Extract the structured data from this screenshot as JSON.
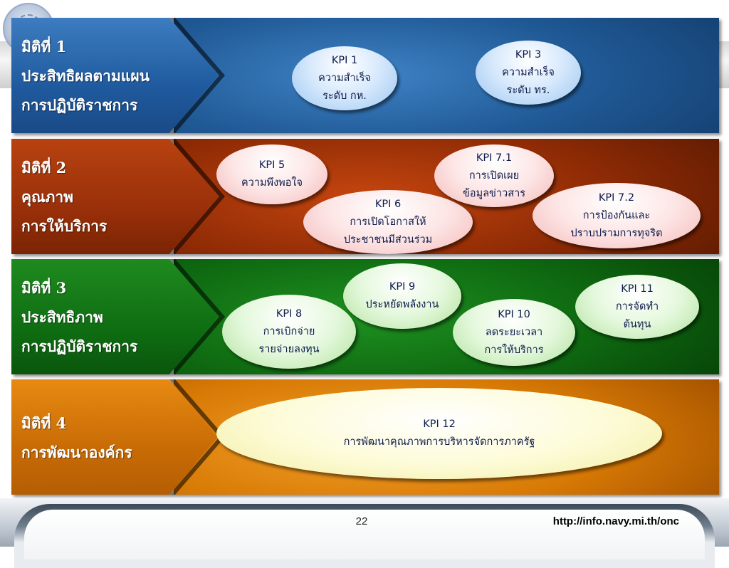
{
  "slide": {
    "page_number": "22",
    "url": "http://info.navy.mi.th/onc"
  },
  "dimensions": [
    {
      "lines": [
        "มิติที่ 1",
        "ประสิทธิผลตามแผน",
        "การปฏิบัติราชการ"
      ],
      "color": "#1f5a9e",
      "kpis": [
        {
          "lines": [
            "KPI 1",
            "ความสำเร็จ",
            "ระดับ กห."
          ],
          "style": "blue"
        },
        {
          "lines": [
            "KPI 3",
            "ความสำเร็จ",
            "ระดับ ทร."
          ],
          "style": "blue"
        }
      ]
    },
    {
      "lines": [
        "มิติที่ 2",
        "คุณภาพ",
        "การให้บริการ"
      ],
      "color": "#9a300a",
      "kpis": [
        {
          "lines": [
            "KPI 5",
            "ความพึงพอใจ"
          ],
          "style": "pink"
        },
        {
          "lines": [
            "KPI 6",
            "การเปิดโอกาสให้",
            "ประชาชนมีส่วนร่วม"
          ],
          "style": "pink"
        },
        {
          "lines": [
            "KPI 7.1",
            "การเปิดเผย",
            "ข้อมูลข่าวสาร"
          ],
          "style": "pink"
        },
        {
          "lines": [
            "KPI 7.2",
            "การป้องกันและ",
            "ปราบปรามการทุจริต"
          ],
          "style": "pink"
        }
      ]
    },
    {
      "lines": [
        "มิติที่ 3",
        "ประสิทธิภาพ",
        "การปฏิบัติราชการ"
      ],
      "color": "#0f6e12",
      "kpis": [
        {
          "lines": [
            "KPI 8",
            "การเบิกจ่าย",
            "รายจ่ายลงทุน"
          ],
          "style": "green"
        },
        {
          "lines": [
            "KPI 9",
            "ประหยัดพลังงาน"
          ],
          "style": "green"
        },
        {
          "lines": [
            "KPI 10",
            "ลดระยะเวลา",
            "การให้บริการ"
          ],
          "style": "green"
        },
        {
          "lines": [
            "KPI 11",
            "การจัดทำ",
            "ต้นทุน"
          ],
          "style": "green"
        }
      ]
    },
    {
      "lines": [
        "มิติที่ 4",
        "การพัฒนาองค์กร"
      ],
      "color": "#c86b05",
      "kpis": [
        {
          "lines": [
            "KPI 12",
            "การพัฒนาคุณภาพการบริหารจัดการภาครัฐ"
          ],
          "style": "yellow"
        }
      ]
    }
  ]
}
